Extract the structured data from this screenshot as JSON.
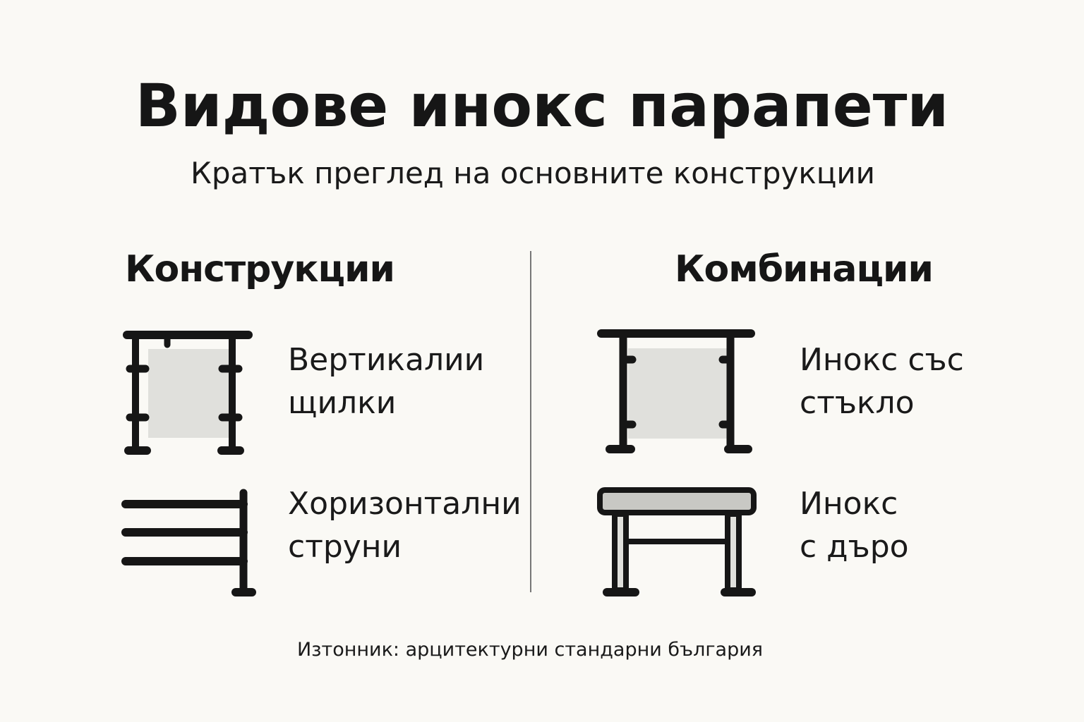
{
  "header": {
    "title": "Видове инокс парапети",
    "subtitle": "Кратък преглед на основните конструкции"
  },
  "sections": {
    "left": {
      "heading": "Конструкции",
      "items": [
        {
          "icon": "vertical-railing-with-clamps-icon",
          "line1": "Вертикалии",
          "line2": "щилки"
        },
        {
          "icon": "horizontal-strings-railing-icon",
          "line1": "Хоризонтални",
          "line2": "струни"
        }
      ]
    },
    "right": {
      "heading": "Комбинации",
      "items": [
        {
          "icon": "stainless-glass-railing-icon",
          "line1": "Инокс със",
          "line2": "стъкло"
        },
        {
          "icon": "stainless-wood-railing-icon",
          "line1": "Инокс",
          "line2": "с дъро"
        }
      ]
    }
  },
  "footer": {
    "source": "Изтонник: арцитектурни стандарни българия"
  },
  "colors": {
    "background": "#faf9f5",
    "ink": "#161616",
    "glass_fill": "#e0e0dc",
    "wood_fill": "#c8c8c4",
    "divider": "#777777"
  }
}
